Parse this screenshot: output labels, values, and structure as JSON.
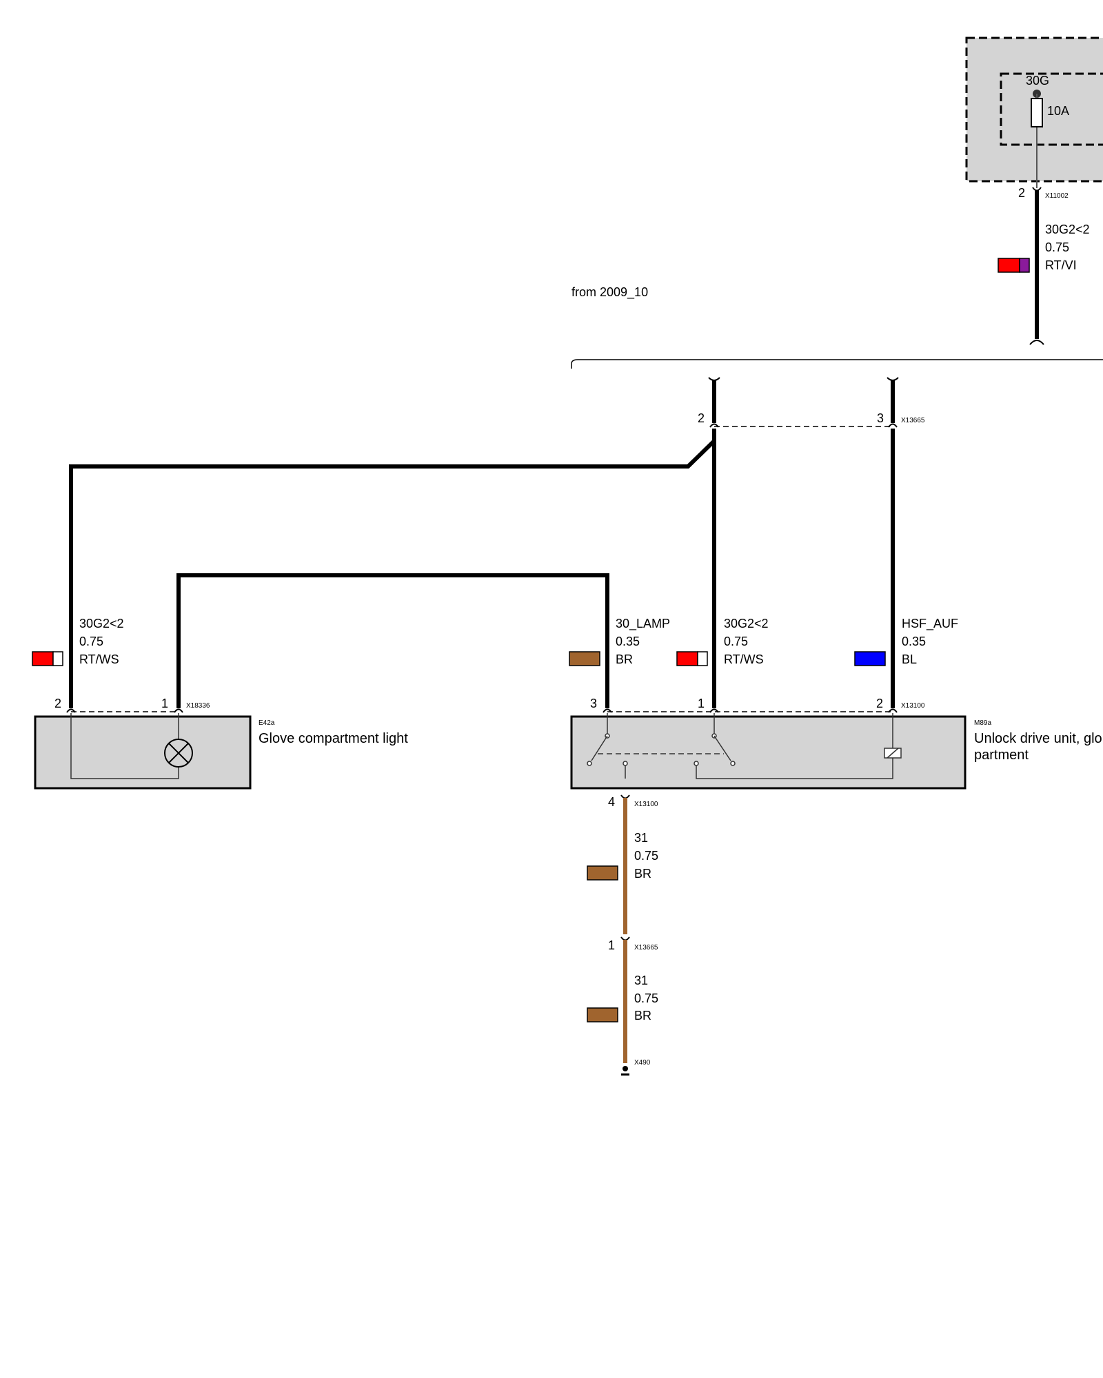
{
  "fuse": {
    "terminal": "30G",
    "rating": "10A"
  },
  "connectors": {
    "x11002": "X11002",
    "x13665_top": "X13665",
    "x18336": "X18336",
    "x13100_top": "X13100",
    "x13100_bottom": "X13100",
    "x13665_bottom": "X13665",
    "x490": "X490"
  },
  "pins": {
    "fuse_out": "2",
    "splice_left": "2",
    "splice_right": "3",
    "light_left": "2",
    "light_right": "1",
    "unit_lamp": "3",
    "unit_mid": "1",
    "unit_right": "2",
    "unit_ground": "4",
    "ground_mid": "1"
  },
  "variant_note": "from 2009_10",
  "wires": {
    "fuse_wire": {
      "name": "30G2<2",
      "size": "0.75",
      "color": "RT/VI",
      "c1": "#ff0000",
      "c2": "#8b1a9b"
    },
    "light_feed": {
      "name": "30G2<2",
      "size": "0.75",
      "color": "RT/WS",
      "c1": "#ff0000",
      "c2": "#ffffff"
    },
    "lamp_wire": {
      "name": "30_LAMP",
      "size": "0.35",
      "color": "BR",
      "c1": "#a0642e"
    },
    "unit_feed": {
      "name": "30G2<2",
      "size": "0.75",
      "color": "RT/WS",
      "c1": "#ff0000",
      "c2": "#ffffff"
    },
    "hsf_wire": {
      "name": "HSF_AUF",
      "size": "0.35",
      "color": "BL",
      "c1": "#0000ff"
    },
    "ground_upper": {
      "name": "31",
      "size": "0.75",
      "color": "BR",
      "c1": "#a0642e"
    },
    "ground_lower": {
      "name": "31",
      "size": "0.75",
      "color": "BR",
      "c1": "#a0642e"
    }
  },
  "components": {
    "e42a": {
      "code": "E42a",
      "name": "Glove compartment light"
    },
    "m89a": {
      "code": "M89a",
      "name_line1": "Unlock drive unit, glo",
      "name_line2": "partment"
    }
  }
}
